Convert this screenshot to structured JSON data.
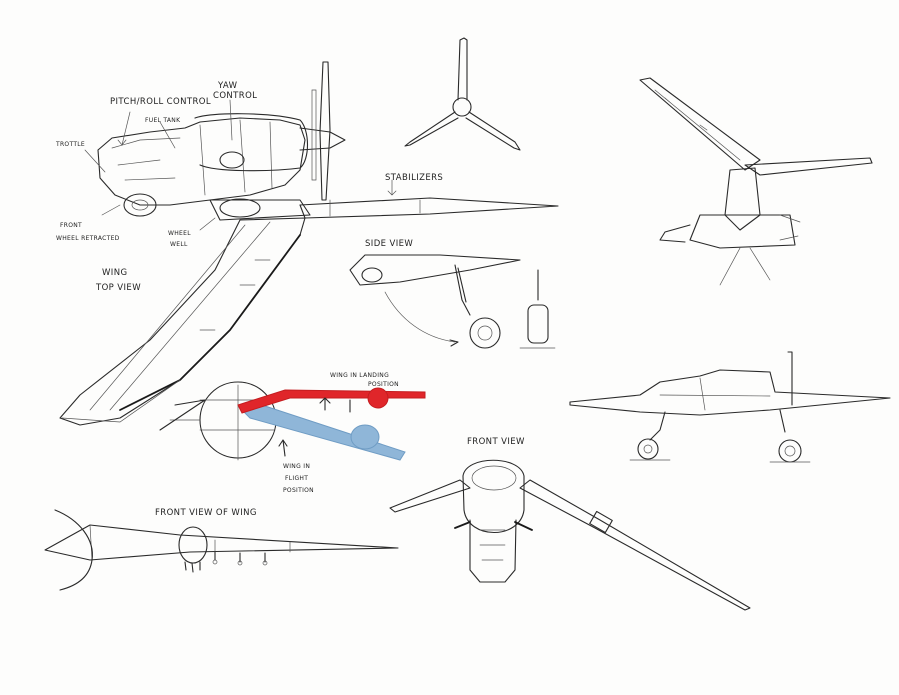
{
  "annotations": {
    "pitch_roll": "Pitch/Roll control",
    "yaw_1": "Yaw",
    "yaw_2": "control",
    "fuel_tank": "Fuel tank",
    "throttle": "Trottle",
    "front_wheel_1": "Front",
    "front_wheel_2": "wheel retracted",
    "wheel_well_1": "Wheel",
    "wheel_well_2": "well",
    "stabilizers": "Stabilizers",
    "wing_top_1": "Wing",
    "wing_top_2": "top view",
    "side_view": "Side view",
    "landing_1": "Wing in landing",
    "landing_2": "position",
    "flight_1": "Wing in",
    "flight_2": "flight",
    "flight_3": "position",
    "front_view": "Front view",
    "front_view_wing": "Front view of wing"
  },
  "colors": {
    "paper": "#fdfdfc",
    "ink": "#2a2a2a",
    "landing_wing": "#e0262a",
    "flight_wing": "#8fb6d8"
  }
}
